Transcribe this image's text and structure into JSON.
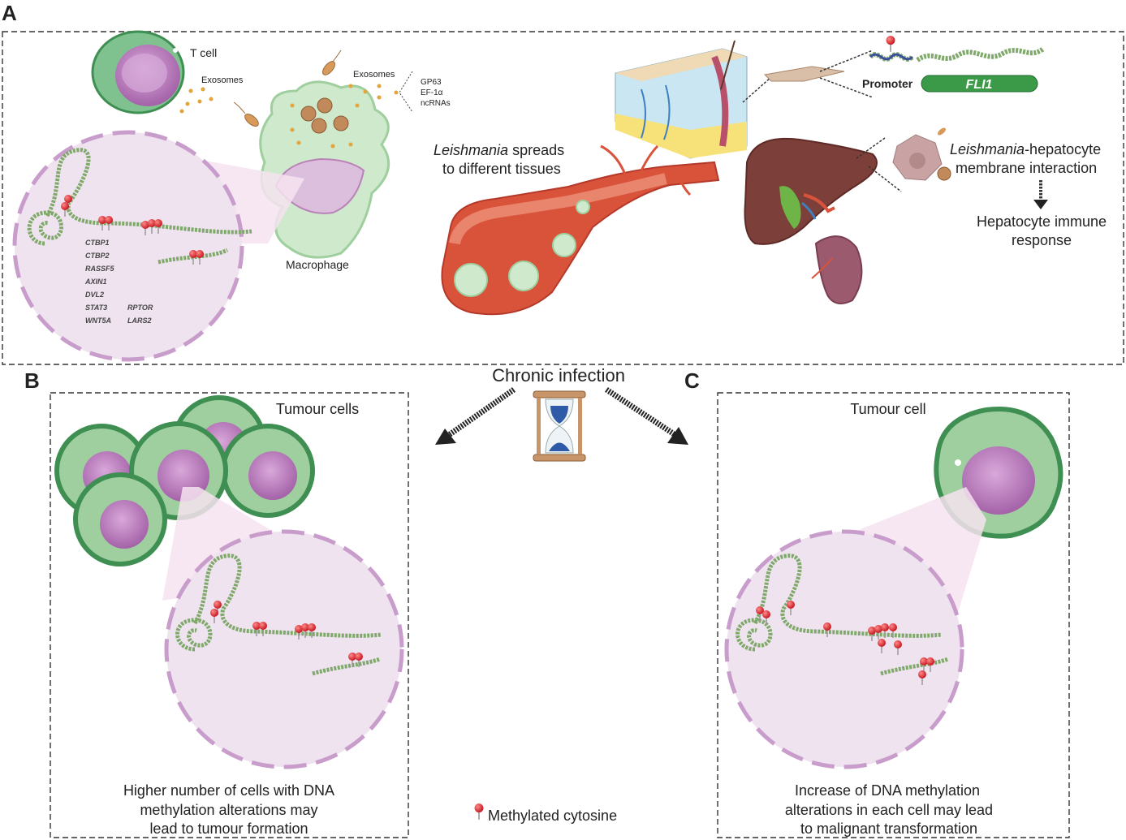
{
  "panels": {
    "a": {
      "letter": "A",
      "t_cell": "T cell",
      "exosomes_left": "Exosomes",
      "exosomes_right": "Exosomes",
      "exosome_contents": [
        "GP63",
        "EF-1α",
        "ncRNAs"
      ],
      "macrophage": "Macrophage",
      "genes_col1": [
        "CTBP1",
        "CTBP2",
        "RASSF5",
        "AXIN1",
        "DVL2",
        "STAT3",
        "WNT5A"
      ],
      "genes_col2": [
        "RPTOR",
        "LARS2"
      ],
      "spread_italic": "Leishmania",
      "spread_rest": " spreads",
      "spread_line2": "to different tissues",
      "promoter": "Promoter",
      "gene_fli1": "FLI1",
      "hep_italic": "Leishmania",
      "hep_rest": "-hepatocyte",
      "hep_line2": "membrane interaction",
      "immune_line1": "Hepatocyte immune",
      "immune_line2": "response"
    },
    "b": {
      "letter": "B",
      "title": "Tumour cells",
      "caption": [
        "Higher number of cells with DNA",
        "methylation alterations may",
        "lead to tumour formation"
      ]
    },
    "c": {
      "letter": "C",
      "title": "Tumour cell",
      "caption": [
        "Increase of DNA methylation",
        "alterations in each cell may lead",
        "to malignant transformation"
      ]
    }
  },
  "center": {
    "chronic": "Chronic infection",
    "legend": "Methylated cytosine"
  },
  "colors": {
    "cell_green": "#9fcf9f",
    "cell_dark_green": "#3f8f52",
    "nucleus_purple": "#c58ec6",
    "nucleus_pale": "#efe3ef",
    "dna_green": "#7fa96a",
    "methyl_red": "#e0262a",
    "vessel_red": "#d9533b",
    "fli1_green": "#3a9a47"
  }
}
